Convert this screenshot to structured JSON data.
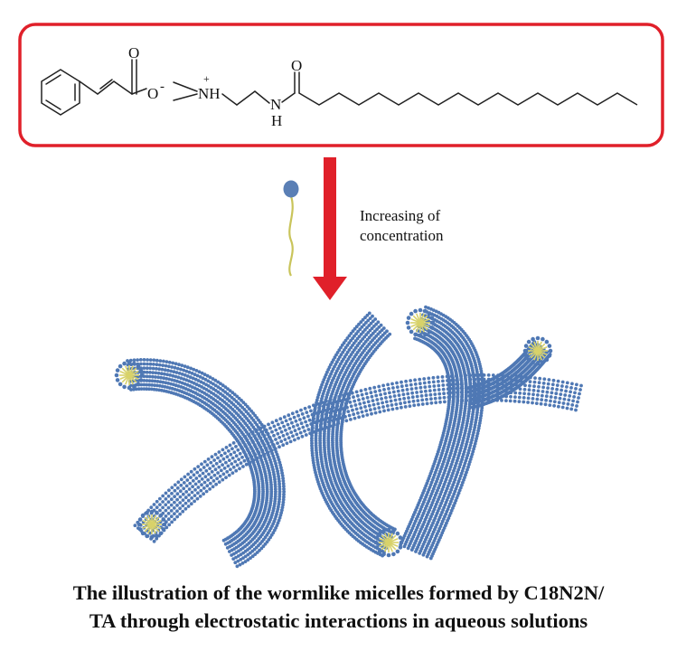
{
  "molecule": {
    "carbonyl_o_left": "O",
    "carboxylate": "O",
    "carboxylate_charge": "-",
    "ammonium_charge": "+",
    "ammonium": "NH",
    "amide_n": "N",
    "amide_h": "H",
    "carbonyl_o_right": "O"
  },
  "process": {
    "line1": "Increasing of",
    "line2": "concentration"
  },
  "caption": {
    "line1": "The illustration of the wormlike micelles formed by C18N2N/",
    "line2": "TA through electrostatic interactions in aqueous solutions"
  },
  "colors": {
    "frame": "#e0202a",
    "arrow": "#e0202a",
    "bond": "#222222",
    "micelle": "#4f78b4",
    "tail": "#d8d26a",
    "head": "#5a7fb5"
  }
}
